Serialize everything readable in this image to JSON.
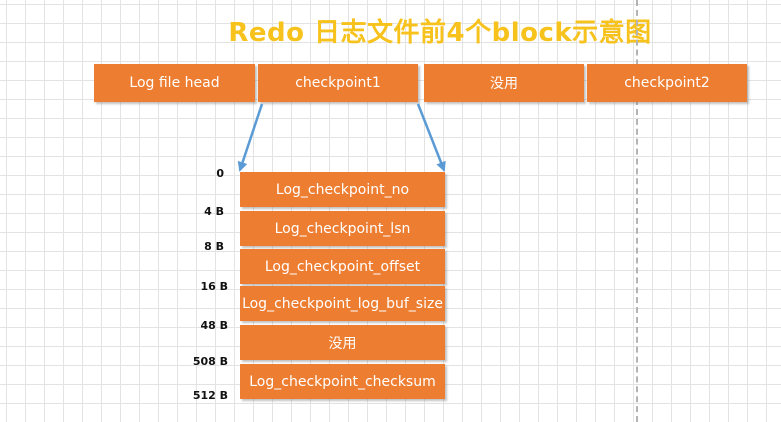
{
  "title": "Redo 日志文件前4个block示意图",
  "top_blocks": [
    "Log file head",
    "checkpoint1",
    "没用",
    "checkpoint2"
  ],
  "fields": [
    "Log_checkpoint_no",
    "Log_checkpoint_lsn",
    "Log_checkpoint_offset",
    "Log_checkpoint_log_buf_size",
    "没用",
    "Log_checkpoint_checksum"
  ],
  "offsets": [
    "0",
    "4 B",
    "8 B",
    "16 B",
    "48 B",
    "508 B",
    "512 B"
  ],
  "colors": {
    "title": "#f7c21b",
    "box_fill": "#ed7d31",
    "arrow": "#5b9bd5",
    "dashed_line": "#b4b4b4"
  }
}
